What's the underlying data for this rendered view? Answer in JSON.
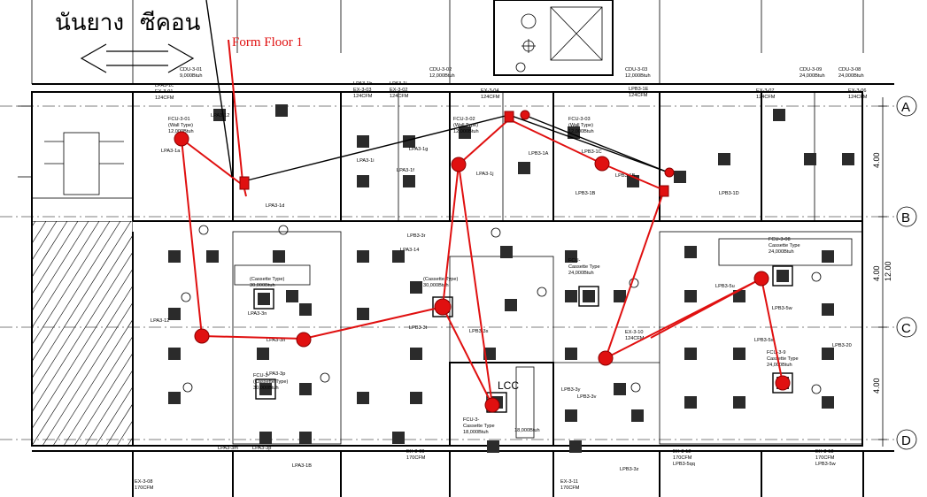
{
  "heading": {
    "left_label": "นันยาง",
    "right_label": "ซีคอน",
    "form_floor": "Form Floor 1"
  },
  "grid_axes": [
    {
      "id": "A"
    },
    {
      "id": "B"
    },
    {
      "id": "C"
    },
    {
      "id": "D"
    }
  ],
  "dimensions": {
    "ab": "4.00",
    "bc_total": "12.00",
    "bc": "4.00",
    "cd": "4.00"
  },
  "lcc_label": "LCC",
  "equipment_labels": [
    {
      "lines": [
        "CDU-3-01",
        "9,000Btuh"
      ]
    },
    {
      "lines": [
        "CDU-3-02",
        "12,000Btuh"
      ]
    },
    {
      "lines": [
        "CDU-3-03",
        "12,000Btuh"
      ]
    },
    {
      "lines": [
        "CDU-3-09",
        "24,000Btuh"
      ]
    },
    {
      "lines": [
        "CDU-3-08",
        "24,000Btuh"
      ]
    },
    {
      "lines": [
        "LPA3-1c",
        "EX-3-01",
        "124CFM"
      ]
    },
    {
      "lines": [
        "LPA3-1b",
        "EX-3-03",
        "124CFM"
      ]
    },
    {
      "lines": [
        "LPA3-1l",
        "EX-3-02",
        "124CFM"
      ]
    },
    {
      "lines": [
        "EX-3-04",
        "124CFM"
      ]
    },
    {
      "lines": [
        "LPB3-1E",
        "124CFM"
      ]
    },
    {
      "lines": [
        "EX-3-07",
        "124CFM"
      ]
    },
    {
      "lines": [
        "EX-3-06",
        "124CFM"
      ]
    },
    {
      "lines": [
        "FCU-3-01",
        "(Wall Type)",
        "12,000Btuh"
      ]
    },
    {
      "lines": [
        "FCU-3-02",
        "(Wall Type)",
        "12,000Btuh"
      ]
    },
    {
      "lines": [
        "FCU-3-03",
        "(Wall Type)",
        "12,000Btuh"
      ]
    },
    {
      "lines": [
        "(Cassette Type)",
        "30,000Btuh"
      ]
    },
    {
      "lines": [
        "(Cassette Type)",
        "30,000Btuh"
      ]
    },
    {
      "lines": [
        "FCU-",
        "Cassette Type",
        "24,000Btuh"
      ]
    },
    {
      "lines": [
        "FCU-3-08",
        "Cassette Type",
        "24,000Btuh"
      ]
    },
    {
      "lines": [
        "FCU-3-",
        "(Cassette Type)",
        "30,000Btuh"
      ]
    },
    {
      "lines": [
        "FCU-3-9",
        "Cassette Type",
        "24,000Btuh"
      ]
    },
    {
      "lines": [
        "EX-3-10",
        "124CFM"
      ]
    },
    {
      "lines": [
        "FCU-3-",
        "Cassette Type",
        "18,000Btuh"
      ]
    },
    {
      "lines": [
        "18,000Btuh"
      ]
    },
    {
      "lines": [
        "EX-3-09",
        "170CFM"
      ]
    },
    {
      "lines": [
        "EX-3-08",
        "170CFM"
      ]
    },
    {
      "lines": [
        "EX-3-11",
        "170CFM"
      ]
    },
    {
      "lines": [
        "EX-3-12",
        "170CFM",
        "LPB3-5qq"
      ]
    },
    {
      "lines": [
        "EX-3-13",
        "170CFM",
        "LPB3-5w"
      ]
    }
  ],
  "circuit_labels": [
    "LPA3-1a",
    "LPA3-12",
    "LPA3-1d",
    "LPA3-1i",
    "LPA3-1f",
    "LPA3-1g",
    "LPA3-1j",
    "LPB3-1A",
    "LPB3-1B",
    "LPB3-1D",
    "LPA3-3m",
    "LPA3-3n",
    "LPB3-3r",
    "LPB3-3t",
    "LPB3-5u",
    "LPB3-5w",
    "LPA3-3p",
    "LPB3-3y",
    "LPB3-20",
    "LPA3-3p",
    "LPA3-1B",
    "LPB3-1C",
    "LPA3-12",
    "LPB3-1B",
    "LPA3-3n",
    "LPB3-3s",
    "LPA3-14",
    "LPB3-3v",
    "LPB3-3z",
    "LPB3-5x"
  ]
}
